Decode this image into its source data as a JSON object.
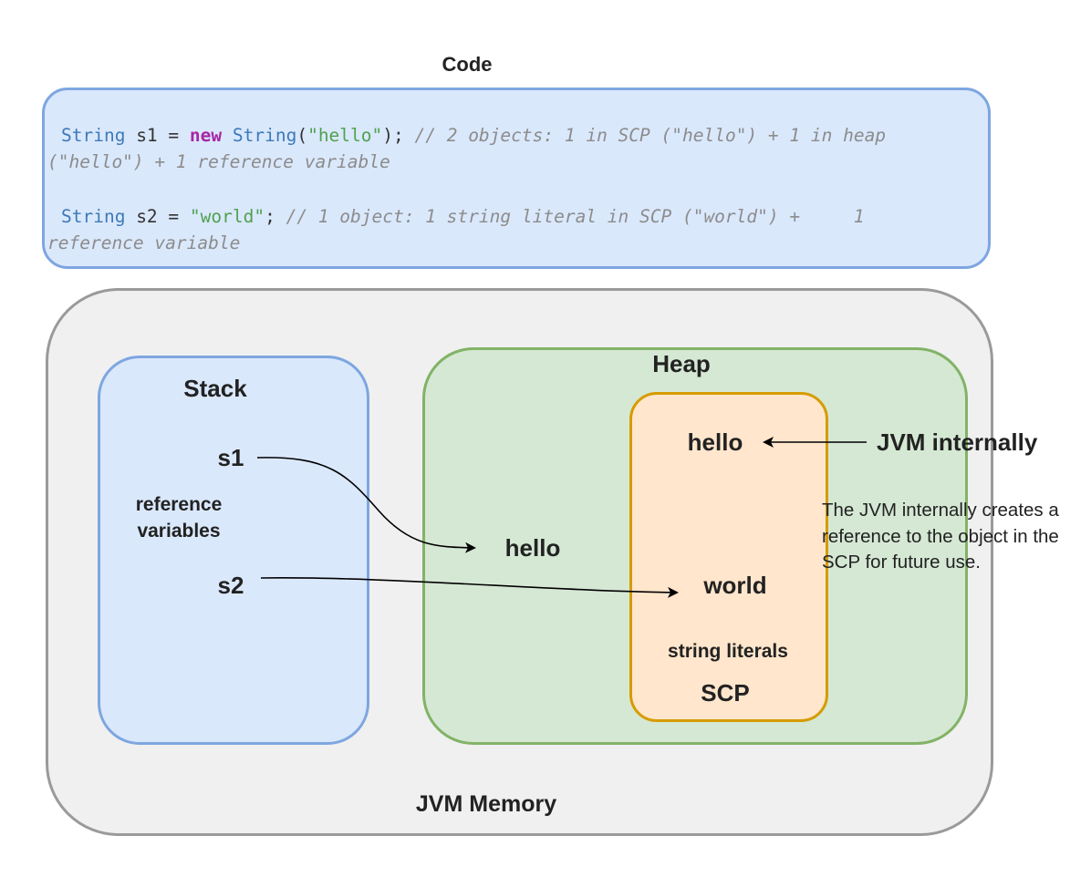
{
  "code": {
    "title": "Code",
    "line1": {
      "type1": "String",
      "mid1": " s1 = ",
      "kw_new": "new",
      "type2": " String",
      "paren_open": "(",
      "literal": "\"hello\"",
      "paren_close": ");",
      "comment_a": " // 2 objects: 1 in SCP (\"hello\") + 1 in heap",
      "comment_b": "(\"hello\") + 1 reference variable"
    },
    "line2": {
      "type1": "String",
      "mid1": " s2 = ",
      "literal": "\"world\"",
      "semi": ";",
      "comment_a": " // 1 object: 1 string literal in SCP (\"world\") +     1",
      "comment_b": "reference variable"
    }
  },
  "jvm": {
    "label": "JVM Memory"
  },
  "stack": {
    "label": "Stack",
    "var1": "s1",
    "var2": "s2",
    "caption_line1": "reference",
    "caption_line2": "variables"
  },
  "heap": {
    "label": "Heap",
    "object": "hello"
  },
  "scp": {
    "label": "SCP",
    "literal1": "hello",
    "literal2": "world",
    "caption": "string literals"
  },
  "jvm_internal": {
    "label": "JVM internally",
    "note": "The JVM internally creates a reference to the object in the SCP for future use."
  },
  "colors": {
    "code_fill": "#dae8fc",
    "code_stroke": "#7ea6e0",
    "jvm_fill": "#f0f0f0",
    "jvm_stroke": "#9a9a9a",
    "heap_fill": "#d5e8d4",
    "heap_stroke": "#82b366",
    "scp_fill": "#ffe6cc",
    "scp_stroke": "#d79b00",
    "keyword": "#a626a4",
    "type": "#3d7ab8",
    "string": "#50a14f",
    "comment": "#8c8c8c"
  }
}
